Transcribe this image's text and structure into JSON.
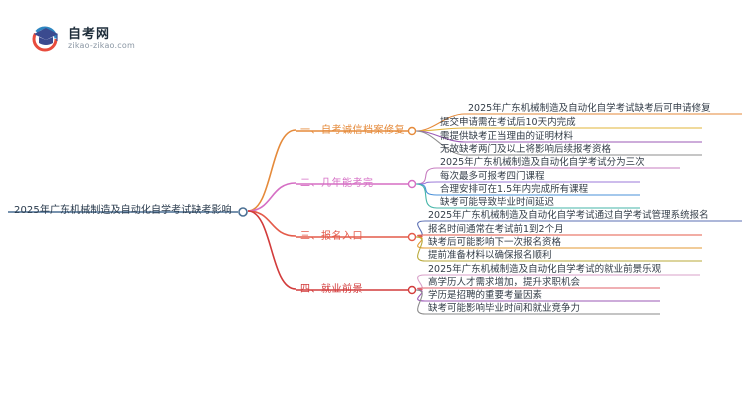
{
  "brand": {
    "title": "自考网",
    "url": "zikao-zikao.com",
    "icon": "graduation-cap-icon",
    "colors": {
      "cap": "#3b4a8f",
      "ring_red": "#e84c3d",
      "ring_blue": "#2e86c1"
    }
  },
  "mindmap": {
    "root": "2025年广东机械制造及自动化自学考试缺考影响",
    "root_color": "#4a6f93",
    "branches": [
      {
        "label": "一、自考诚信档案修复",
        "color": "#e58a3a",
        "items": [
          "2025年广东机械制造及自动化自学考试缺考后可申请修复",
          "提交申请需在考试后10天内完成",
          "需提供缺考正当理由的证明材料",
          "无故缺考两门及以上将影响后续报考资格"
        ],
        "item_colors": [
          "#e58a3a",
          "#e2b43a",
          "#9b59b6",
          "#8e8e8e"
        ]
      },
      {
        "label": "二、几年能考完",
        "color": "#d56ec4",
        "items": [
          "2025年广东机械制造及自动化自学考试分为三次",
          "每次最多可报考四门课程",
          "合理安排可在1.5年内完成所有课程",
          "缺考可能导致毕业时间延迟"
        ],
        "item_colors": [
          "#c77dc0",
          "#9b7ad8",
          "#4a90d9",
          "#45b5a8"
        ]
      },
      {
        "label": "三、报名入口",
        "color": "#e45b4a",
        "items": [
          "2025年广东机械制造及自动化自学考试通过自学考试管理系统报名",
          "报名时间通常在考试前1到2个月",
          "缺考后可能影响下一次报名资格",
          "提前准备材料以确保报名顺利"
        ],
        "item_colors": [
          "#5b6fb3",
          "#e45b4a",
          "#e39a33",
          "#b9a93a"
        ]
      },
      {
        "label": "四、就业前景",
        "color": "#d23b3b",
        "items": [
          "2025年广东机械制造及自动化自学考试的就业前景乐观",
          "高学历人才需求增加，提升求职机会",
          "学历是招聘的重要考量因素",
          "缺考可能影响毕业时间和就业竞争力"
        ],
        "item_colors": [
          "#d8a0c8",
          "#e0606a",
          "#9b59b6",
          "#8a8a8a"
        ]
      }
    ]
  }
}
